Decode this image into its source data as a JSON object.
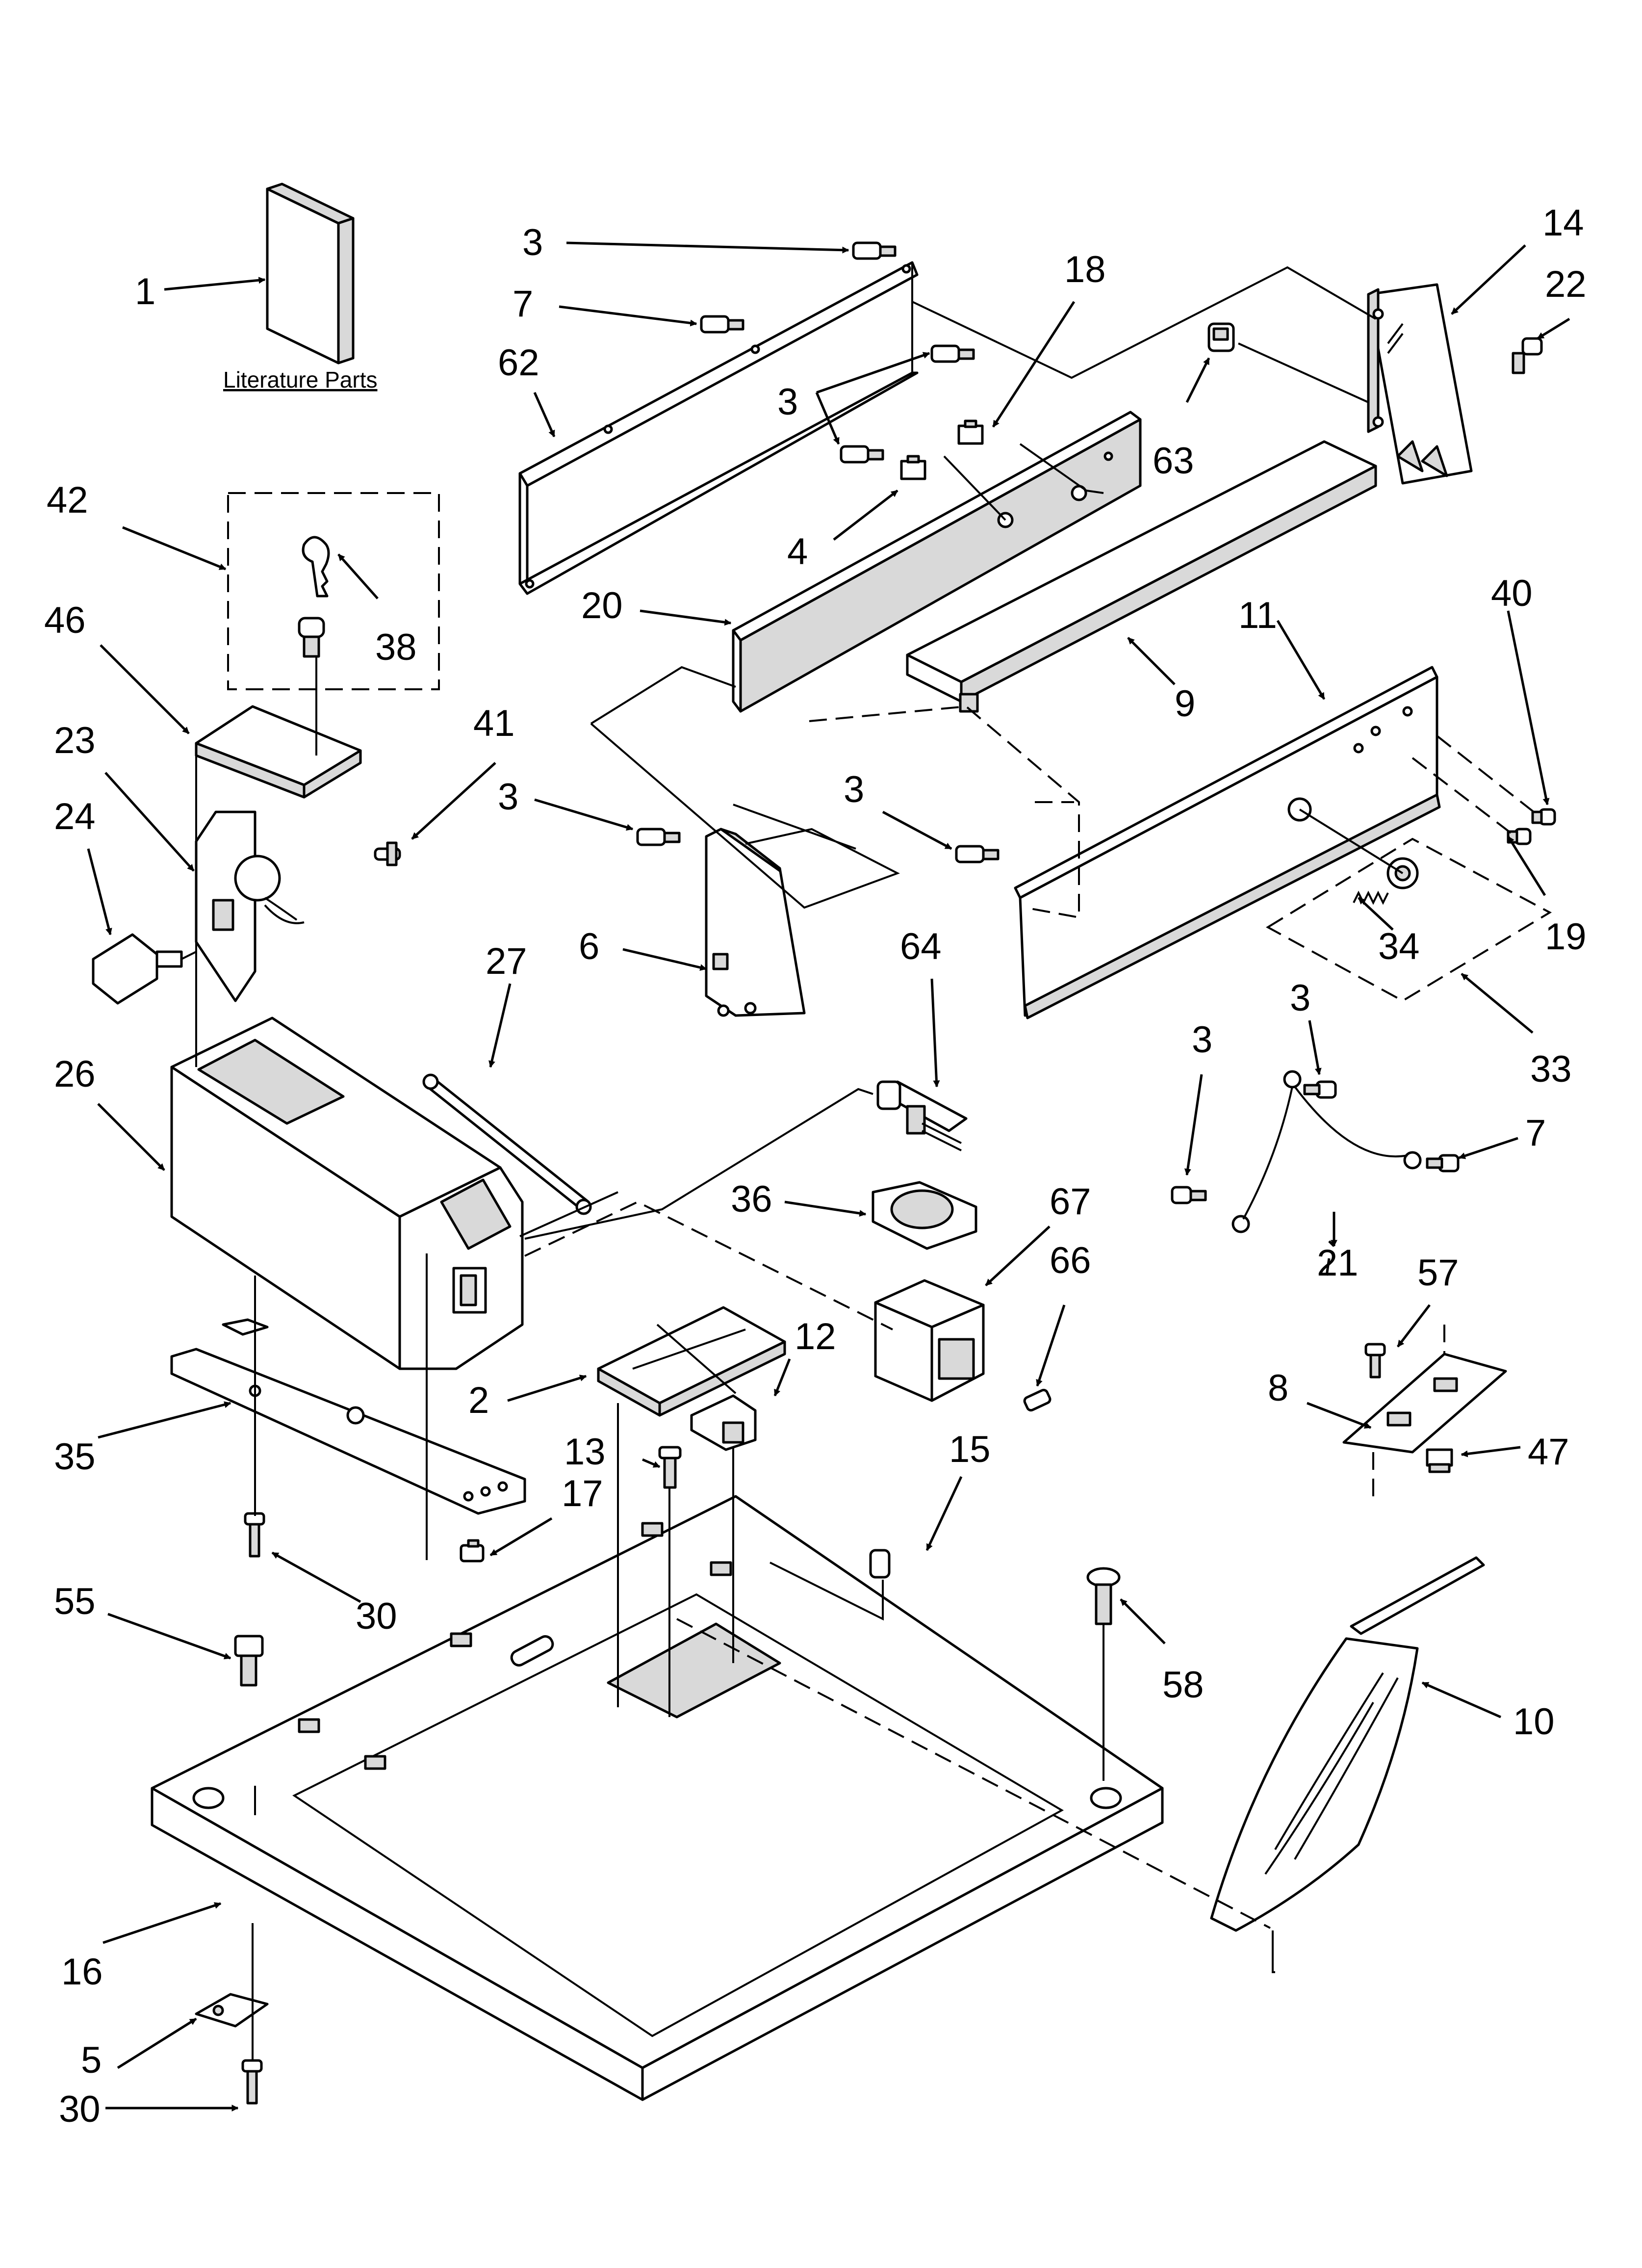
{
  "diagram": {
    "caption": "Literature Parts",
    "callouts": [
      "1",
      "3",
      "7",
      "62",
      "18",
      "14",
      "22",
      "3",
      "63",
      "42",
      "38",
      "4",
      "20",
      "9",
      "11",
      "40",
      "46",
      "41",
      "23",
      "3",
      "3",
      "24",
      "6",
      "19",
      "34",
      "64",
      "27",
      "33",
      "26",
      "3",
      "3",
      "7",
      "36",
      "67",
      "21",
      "66",
      "12",
      "2",
      "57",
      "13",
      "15",
      "8",
      "47",
      "35",
      "17",
      "30",
      "55",
      "58",
      "10",
      "16",
      "5",
      "30"
    ]
  },
  "colors": {
    "line": "#000000",
    "background": "#ffffff",
    "fill": "#d9d9d9"
  }
}
